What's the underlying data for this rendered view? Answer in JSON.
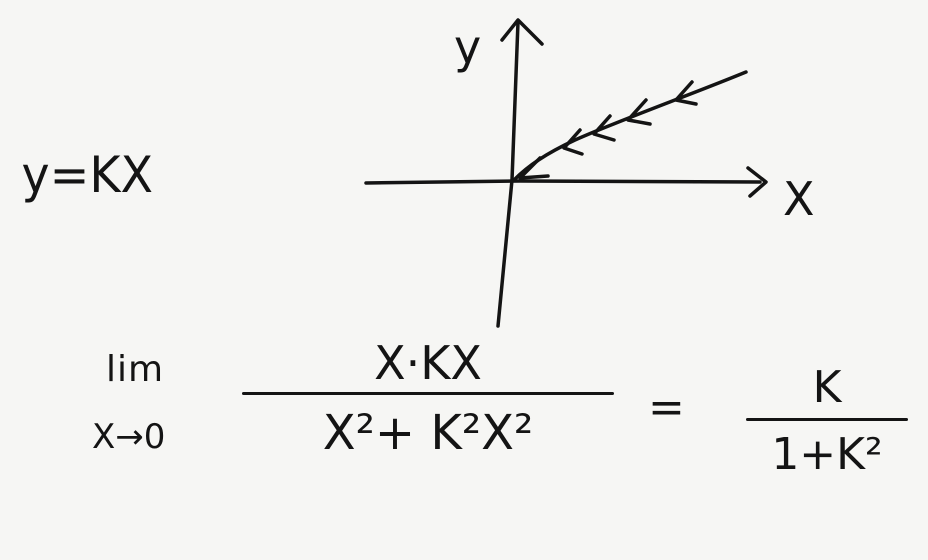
{
  "equation": "y=KX",
  "graph": {
    "y_label": "y",
    "x_label": "X"
  },
  "limit": {
    "word": "lim",
    "subscript": "X→0",
    "numerator": "X·KX",
    "denominator": "X²+ K²X²",
    "equals": "=",
    "result_numerator": "K",
    "result_denominator": "1+K²"
  }
}
